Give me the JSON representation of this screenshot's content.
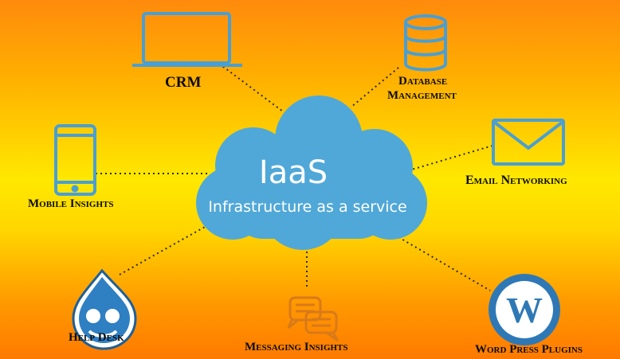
{
  "center": {
    "title": "IaaS",
    "subtitle": "Infrastructure as a service"
  },
  "nodes": {
    "crm": "CRM",
    "database_line1": "Database",
    "database_line2": "Management",
    "email": "Email Networking",
    "mobile": "Mobile Insights",
    "helpdesk": "Help Desk",
    "messaging": "Messaging Insights",
    "wordpress": "Word Press Plugins"
  },
  "colors": {
    "icon_blue": "#4a9fd2",
    "cloud_blue": "#50a8d8",
    "connector": "#2b2b2b",
    "background_top": "#ff8a0c",
    "background_mid": "#ffe800"
  },
  "icons": {
    "crm": "laptop-icon",
    "database": "database-icon",
    "email": "envelope-icon",
    "mobile": "smartphone-icon",
    "helpdesk": "drupal-drop-icon",
    "messaging": "chat-bubbles-icon",
    "wordpress": "wordpress-logo-icon"
  }
}
